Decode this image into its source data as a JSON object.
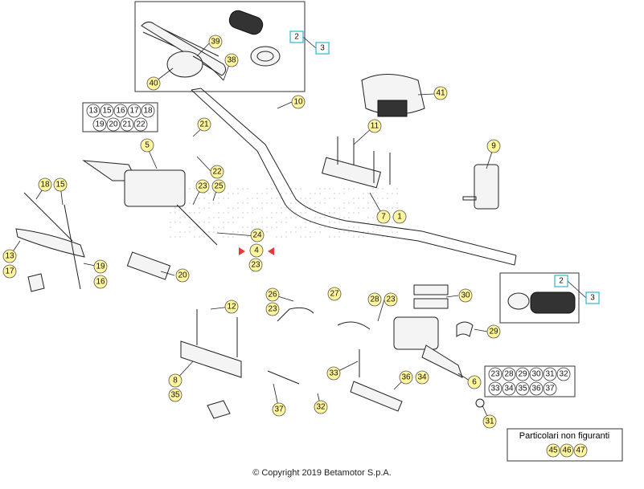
{
  "diagram": {
    "callouts_yellow": [
      {
        "id": "c39",
        "label": "39"
      },
      {
        "id": "c38",
        "label": "38"
      },
      {
        "id": "c40",
        "label": "40"
      },
      {
        "id": "c10",
        "label": "10"
      },
      {
        "id": "c41",
        "label": "41"
      },
      {
        "id": "c11",
        "label": "11"
      },
      {
        "id": "c21",
        "label": "21"
      },
      {
        "id": "c5",
        "label": "5"
      },
      {
        "id": "c22",
        "label": "22"
      },
      {
        "id": "c9",
        "label": "9"
      },
      {
        "id": "c23a",
        "label": "23"
      },
      {
        "id": "c25",
        "label": "25"
      },
      {
        "id": "c18",
        "label": "18"
      },
      {
        "id": "c15",
        "label": "15"
      },
      {
        "id": "c7",
        "label": "7"
      },
      {
        "id": "c1",
        "label": "1"
      },
      {
        "id": "c24",
        "label": "24"
      },
      {
        "id": "c4",
        "label": "4"
      },
      {
        "id": "c23b",
        "label": "23"
      },
      {
        "id": "c13",
        "label": "13"
      },
      {
        "id": "c19",
        "label": "19"
      },
      {
        "id": "c17",
        "label": "17"
      },
      {
        "id": "c16",
        "label": "16"
      },
      {
        "id": "c20",
        "label": "20"
      },
      {
        "id": "c12",
        "label": "12"
      },
      {
        "id": "c26",
        "label": "26"
      },
      {
        "id": "c23c",
        "label": "23"
      },
      {
        "id": "c27",
        "label": "27"
      },
      {
        "id": "c28",
        "label": "28"
      },
      {
        "id": "c23d",
        "label": "23"
      },
      {
        "id": "c30",
        "label": "30"
      },
      {
        "id": "c29",
        "label": "29"
      },
      {
        "id": "c8",
        "label": "8"
      },
      {
        "id": "c35",
        "label": "35"
      },
      {
        "id": "c33",
        "label": "33"
      },
      {
        "id": "c36",
        "label": "36"
      },
      {
        "id": "c34",
        "label": "34"
      },
      {
        "id": "c37",
        "label": "37"
      },
      {
        "id": "c32",
        "label": "32"
      },
      {
        "id": "c6",
        "label": "6"
      },
      {
        "id": "c31",
        "label": "31"
      },
      {
        "id": "c45",
        "label": "45"
      },
      {
        "id": "c46",
        "label": "46"
      },
      {
        "id": "c47",
        "label": "47"
      }
    ],
    "callouts_cyan": [
      {
        "id": "k2a",
        "label": "2"
      },
      {
        "id": "k3a",
        "label": "3"
      },
      {
        "id": "k2b",
        "label": "2"
      },
      {
        "id": "k3b",
        "label": "3"
      }
    ],
    "group_left": [
      "13",
      "15",
      "16",
      "17",
      "18",
      "19",
      "20",
      "21",
      "22"
    ],
    "group_right": [
      "23",
      "28",
      "29",
      "30",
      "31",
      "32",
      "33",
      "34",
      "35",
      "36",
      "37"
    ],
    "note": {
      "title": "Particolari non figuranti"
    },
    "colors": {
      "callout_fill": "#fff59d",
      "callout_cyan": "#2bb7d1",
      "arrow_red": "#e53935"
    }
  },
  "footer": {
    "copyright": "© Copyright 2019 Betamotor S.p.A."
  }
}
